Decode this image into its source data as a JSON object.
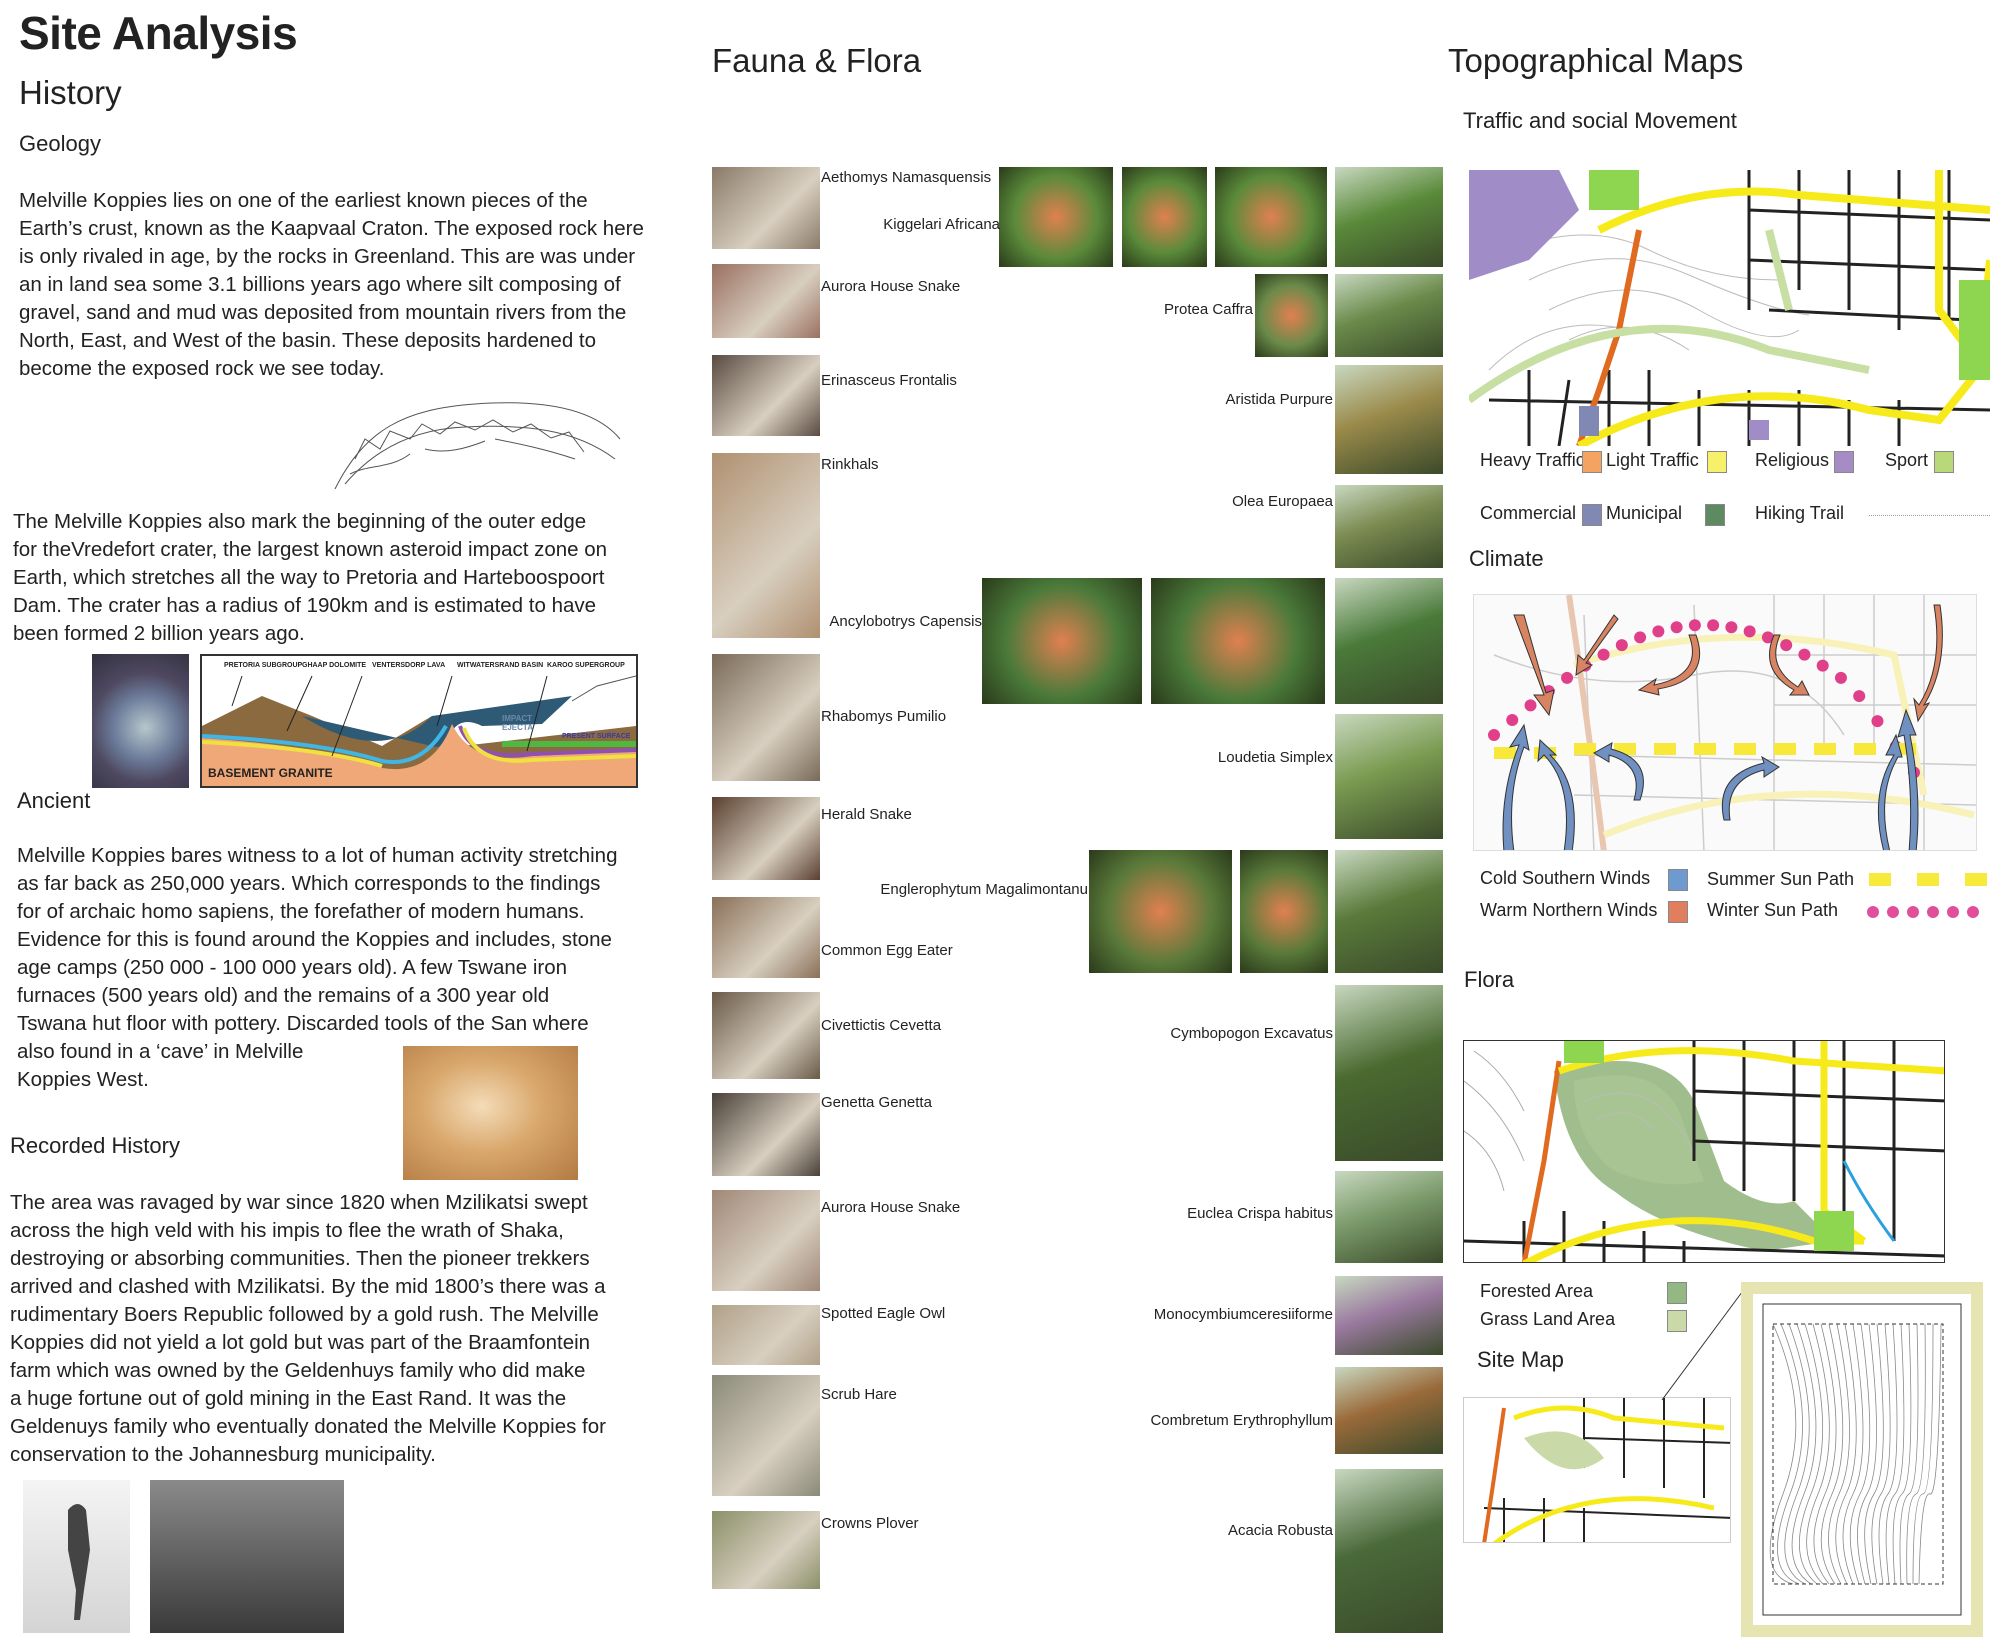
{
  "title": "Site Analysis",
  "history": {
    "heading": "History",
    "geology": {
      "heading": "Geology",
      "paragraph1": [
        "Melville Koppies lies on one of the earliest known pieces of the",
        "Earth’s crust, known as the Kaapvaal Craton. The exposed rock here",
        "is only rivaled in age, by the rocks in Greenland. This are was under",
        "an in land sea some 3.1 billions years ago where silt composing of",
        "gravel, sand and mud was deposited from mountain rivers from the",
        "North, East, and West of the basin. These deposits hardened to",
        "become the exposed rock we see today."
      ],
      "paragraph2": [
        "The Melville Koppies also mark the beginning of the outer edge",
        "for theVredefort crater, the largest known asteroid impact zone on",
        "Earth, which stretches all the way to Pretoria and Harteboospoort",
        "Dam. The crater has a radius of 190km and is estimated to have",
        "been formed 2 billion years ago."
      ],
      "diagram_labels": {
        "pretoria": "PRETORIA SUBGROUP",
        "ghaap": "GHAAP DOLOMITE",
        "ventersdorp": "VENTERSDORP LAVA",
        "witwatersrand": "WITWATERSRAND BASIN",
        "karoo": "KAROO SUPERGROUP",
        "impact": "IMPACT",
        "ejecta": "EJECTA",
        "surface": "PRESENT SURFACE",
        "granite": "BASEMENT GRANITE"
      }
    },
    "ancient": {
      "heading": "Ancient",
      "paragraph": [
        "Melville Koppies bares witness to a lot of human activity stretching",
        "as far back as 250,000 years. Which corresponds to the findings",
        "for of archaic homo sapiens, the forefather of modern humans.",
        "Evidence for this is found around the Koppies and includes, stone",
        "age camps (250 000 - 100 000 years old). A few Tswane iron",
        "furnaces (500 years old) and the remains of a 300 year old",
        "Tswana hut floor with pottery. Discarded tools of the San where",
        "also found in a ‘cave’ in Melville",
        "Koppies West."
      ]
    },
    "recorded": {
      "heading": "Recorded History",
      "paragraph": [
        "The area was ravaged by war since 1820 when Mzilikatsi swept",
        "across the high veld with his impis to flee the wrath of Shaka,",
        "destroying or absorbing communities. Then the pioneer trekkers",
        "arrived and clashed with Mzilikatsi. By the mid 1800’s there was a",
        "rudimentary Boers Republic followed by a gold rush. The Melville",
        "Koppies did not yield a lot gold but was part of the Braamfontein",
        "farm which was owned by the Geldenhuys family who did make",
        "a huge fortune out of gold mining in the East Rand. It was the",
        "Geldenuys family who eventually donated the Melville Koppies for",
        "conservation to the Johannesburg municipality."
      ]
    }
  },
  "fauna_flora": {
    "heading": "Fauna & Flora",
    "fauna": [
      "Aethomys Namasquensis",
      "Aurora House Snake",
      "Erinasceus Frontalis",
      "Rinkhals",
      "Rhabomys Pumilio",
      "Herald Snake",
      "Common Egg Eater",
      "Civettictis Cevetta",
      "Genetta Genetta",
      "Aurora House Snake",
      "Spotted Eagle Owl",
      "Scrub Hare",
      "Crowns Plover"
    ],
    "flora": [
      "Kiggelari Africana",
      "Protea Caffra",
      "Aristida Purpure",
      "Olea Europaea",
      "Ancylobotrys Capensis",
      "Loudetia Simplex",
      "Englerophytum Magalimontanu",
      "Cymbopogon Excavatus",
      "Euclea Crispa habitus",
      "Monocymbiumceresiiforme",
      "Combretum Erythrophyllum",
      "Acacia Robusta"
    ]
  },
  "maps": {
    "heading": "Topographical Maps",
    "traffic": {
      "heading": "Traffic and social Movement",
      "legend": [
        {
          "label": "Heavy Traffic",
          "color": "#f4a460"
        },
        {
          "label": "Light Traffic",
          "color": "#f7f06a"
        },
        {
          "label": "Religious",
          "color": "#a58cc4"
        },
        {
          "label": "Sport",
          "color": "#b9d87a"
        },
        {
          "label": "Commercial",
          "color": "#8088b4"
        },
        {
          "label": "Municipal",
          "color": "#5e8a62"
        },
        {
          "label": "Hiking Trail",
          "color": "#999999"
        }
      ]
    },
    "climate": {
      "heading": "Climate",
      "legend": [
        {
          "label": "Cold Southern Winds",
          "color": "#6f9ad0"
        },
        {
          "label": "Warm Northern Winds",
          "color": "#e07e5e"
        },
        {
          "label": "Summer Sun Path",
          "color": "#f7ea3a"
        },
        {
          "label": "Winter Sun Path",
          "color": "#e0509a"
        }
      ]
    },
    "flora": {
      "heading": "Flora",
      "legend": [
        {
          "label": "Forested Area",
          "color": "#94b884"
        },
        {
          "label": "Grass Land Area",
          "color": "#c9d9a8"
        }
      ]
    },
    "site_map": {
      "heading": "Site Map"
    }
  }
}
